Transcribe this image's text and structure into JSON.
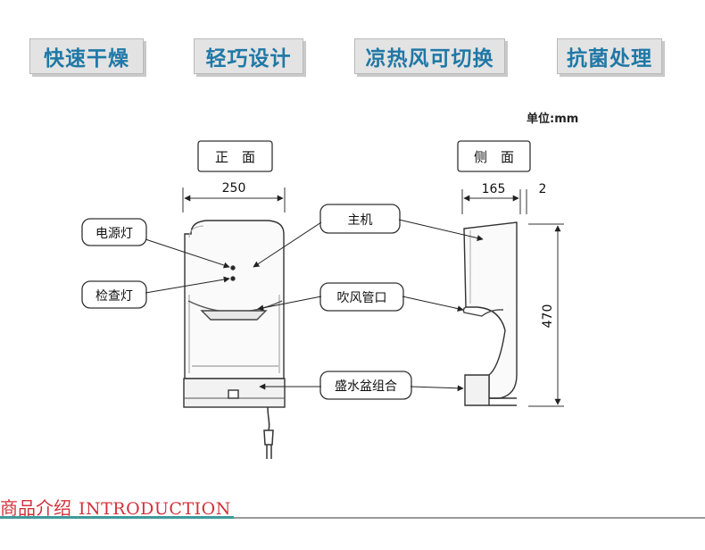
{
  "features": [
    "快速干燥",
    "轻巧设计",
    "凉热风可切换",
    "抗菌处理"
  ],
  "unit_label": "单位:mm",
  "views": {
    "front": "正　面",
    "side": "侧　面"
  },
  "dimensions": {
    "front_width": "250",
    "side_depth": "165",
    "side_gap": "2",
    "height": "470"
  },
  "callouts": {
    "power_light": "电源灯",
    "check_light": "检查灯",
    "main_unit": "主机",
    "air_outlet": "吹风管口",
    "water_tray": "盛水盆组合"
  },
  "section": {
    "title_cn": "商品介绍",
    "title_en": "INTRODUCTION"
  },
  "colors": {
    "accent_blue": "#1f78a6",
    "accent_red": "#d2323a",
    "accent_teal": "#3f9a9b"
  }
}
